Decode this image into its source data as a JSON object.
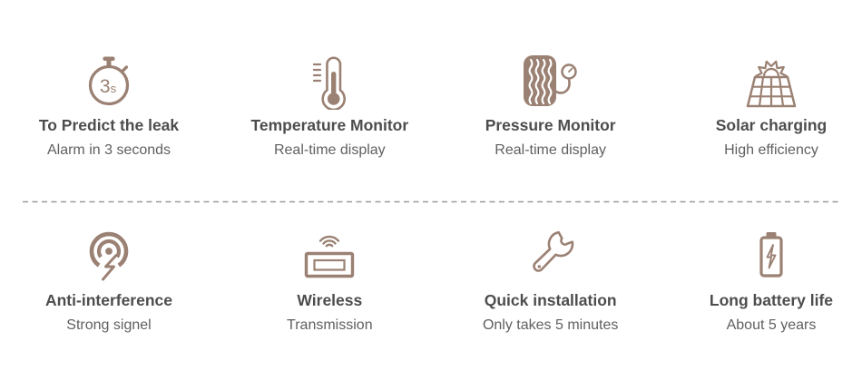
{
  "colors": {
    "icon": "#9b8173",
    "title_text": "#4d4d4d",
    "subtitle_text": "#606060",
    "divider": "#9a9a9a",
    "background": "#ffffff"
  },
  "stopwatch": {
    "number": "3",
    "unit": "s"
  },
  "rows": [
    {
      "items": [
        {
          "icon": "stopwatch-3s-icon",
          "title": "To Predict the leak",
          "subtitle": "Alarm in 3 seconds"
        },
        {
          "icon": "thermometer-icon",
          "title": "Temperature Monitor",
          "subtitle": "Real-time display"
        },
        {
          "icon": "tire-pressure-gauge-icon",
          "title": "Pressure Monitor",
          "subtitle": "Real-time display"
        },
        {
          "icon": "solar-panel-icon",
          "title": "Solar charging",
          "subtitle": "High efficiency"
        }
      ]
    },
    {
      "items": [
        {
          "icon": "anti-interference-signal-icon",
          "title": "Anti-interference",
          "subtitle": "Strong signel"
        },
        {
          "icon": "wireless-transmitter-icon",
          "title": "Wireless",
          "subtitle": "Transmission"
        },
        {
          "icon": "wrench-icon",
          "title": "Quick installation",
          "subtitle": "Only takes 5 minutes"
        },
        {
          "icon": "battery-lightning-icon",
          "title": "Long battery life",
          "subtitle": "About 5 years"
        }
      ]
    }
  ]
}
